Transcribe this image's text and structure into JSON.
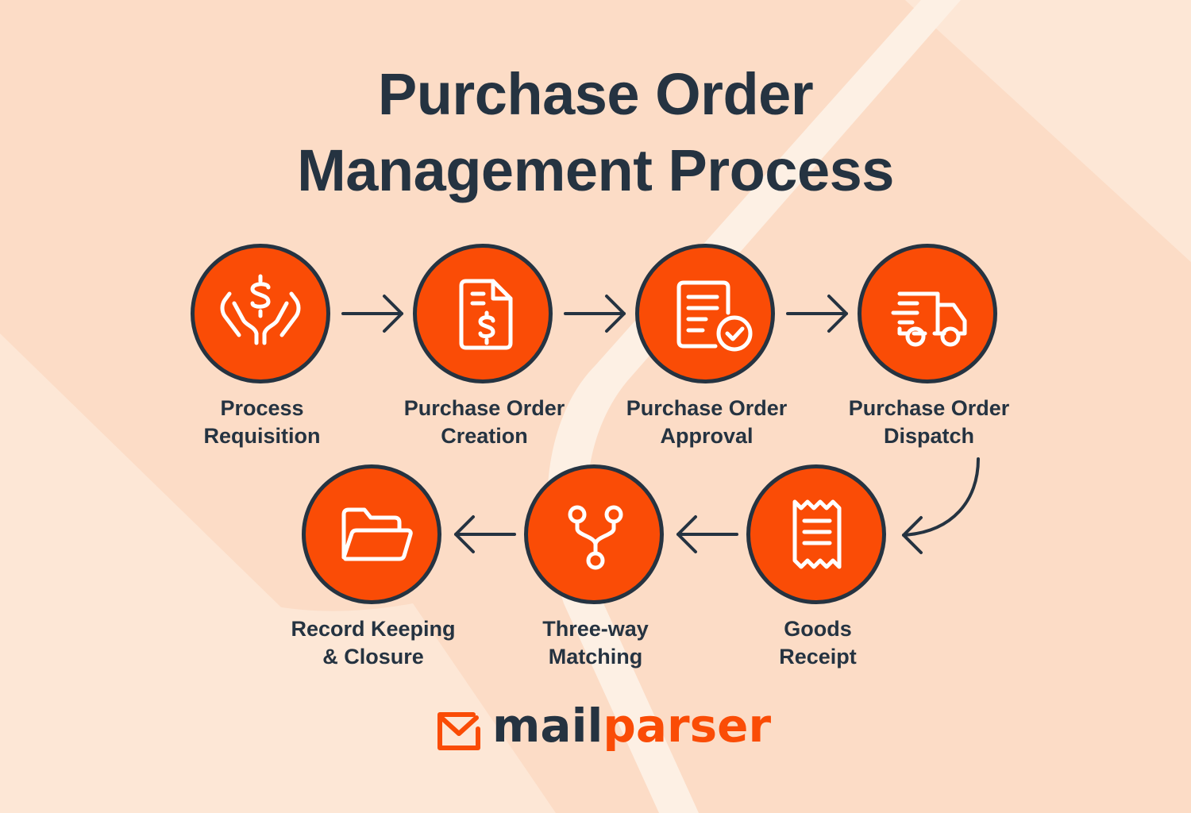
{
  "title": {
    "line1": "Purchase Order",
    "line2": "Management Process"
  },
  "steps": [
    {
      "line1": "Process",
      "line2": "Requisition",
      "icon": "hands-dollar-icon"
    },
    {
      "line1": "Purchase Order",
      "line2": "Creation",
      "icon": "document-dollar-icon"
    },
    {
      "line1": "Purchase Order",
      "line2": "Approval",
      "icon": "document-check-icon"
    },
    {
      "line1": "Purchase Order",
      "line2": "Dispatch",
      "icon": "delivery-truck-icon"
    },
    {
      "line1": "Goods",
      "line2": "Receipt",
      "icon": "receipt-icon"
    },
    {
      "line1": "Three-way",
      "line2": "Matching",
      "icon": "branch-merge-icon"
    },
    {
      "line1": "Record Keeping",
      "line2": "& Closure",
      "icon": "folder-icon"
    }
  ],
  "logo": {
    "part1": "mail",
    "part2": "parser",
    "icon": "mail-envelope-icon"
  },
  "colors": {
    "background": "#fde7d6",
    "accent": "#fa4c06",
    "text": "#253341",
    "icon_stroke": "#ffffff"
  }
}
